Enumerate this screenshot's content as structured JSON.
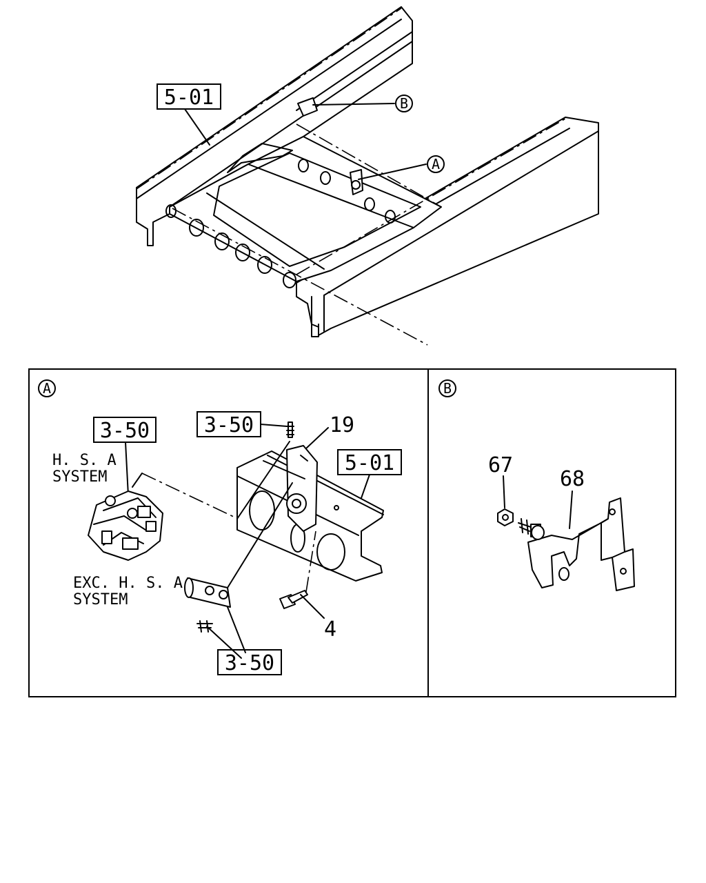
{
  "top_view": {
    "frame_ref": "5-01",
    "callout_a": "A",
    "callout_b": "B"
  },
  "panel_a": {
    "badge": "A",
    "ref_top": "3-50",
    "ref_center": "3-50",
    "ref_bottom": "3-50",
    "ref_frame": "5-01",
    "part_bracket": "19",
    "part_bolt": "4",
    "hsa_line1": "H. S. A",
    "hsa_line2": "SYSTEM",
    "exc_line1": "EXC. H. S. A",
    "exc_line2": "SYSTEM"
  },
  "panel_b": {
    "badge": "B",
    "part_nut": "67",
    "part_bracket": "68"
  }
}
